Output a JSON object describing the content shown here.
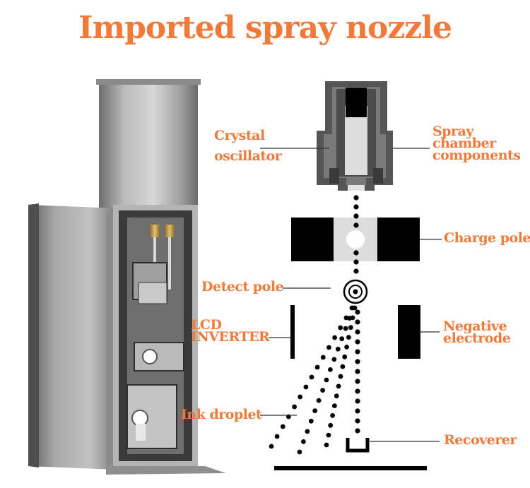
{
  "title": "Imported spray nozzle",
  "labels": {
    "crystal_oscillator": [
      "Crystal",
      "oscillator"
    ],
    "spray_chamber": [
      "Spray",
      "chamber",
      "components"
    ],
    "charge_pole": "Charge pole",
    "detect_pole": "Detect pole",
    "lcd_inverter": [
      "LCD",
      "INVERTER"
    ],
    "negative_electrode": [
      "Negative",
      "electrode"
    ],
    "ink_droplet": "Ink droplet",
    "recoverer": "Recoverer"
  },
  "colors": {
    "accent": "#f07a3a",
    "diagram": "#000000",
    "chamber_gray": "#555555",
    "inner_light": "#dcdcdc",
    "steel": "#9a9a9a"
  }
}
